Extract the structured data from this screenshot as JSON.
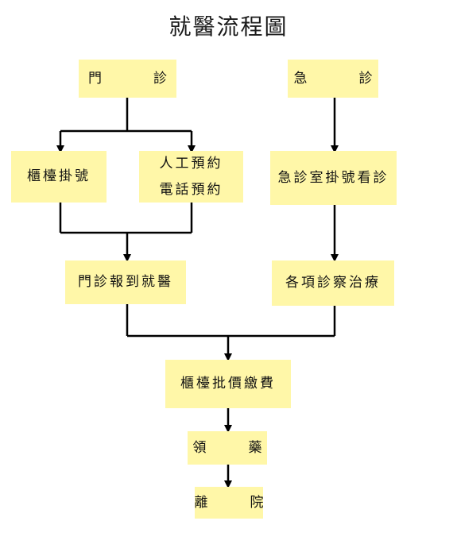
{
  "title": "就醫流程圖",
  "nodes": {
    "outpatient": "門　診",
    "emergency": "急　診",
    "counter_register": "櫃檯掛號",
    "manual_appointment": "人工預約",
    "phone_appointment": "電話預約",
    "er_register": "急診室掛號看診",
    "outpatient_checkin": "門診報到就醫",
    "treatment": "各項診察治療",
    "billing": "櫃檯批價繳費",
    "medicine": "領　藥",
    "leave": "離　院"
  },
  "colors": {
    "box_fill": "#fff7a8",
    "line": "#000000"
  }
}
